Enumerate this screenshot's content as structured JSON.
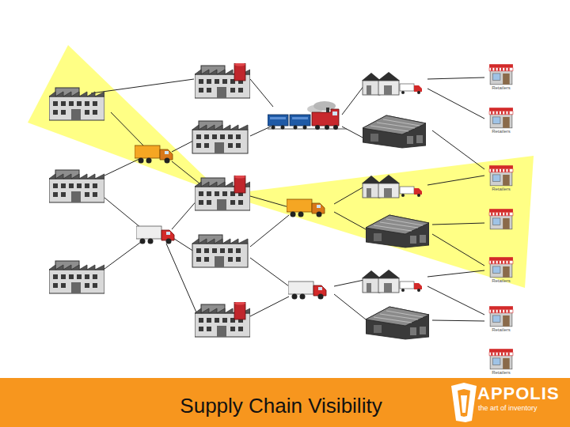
{
  "diagram": {
    "title": "Supply Chain Visibility",
    "nodes": [
      {
        "text": [
          "Retailers"
        ]
      },
      {
        "text": [
          "Retailers"
        ]
      },
      {
        "text": [
          "Retailers"
        ]
      },
      {
        "text": [
          "Retailers"
        ]
      },
      {
        "text": [
          "Retailers"
        ]
      },
      {
        "text": [
          "Retailers"
        ]
      }
    ],
    "labels": [
      "APPOLIS",
      "the art of inventory"
    ]
  }
}
